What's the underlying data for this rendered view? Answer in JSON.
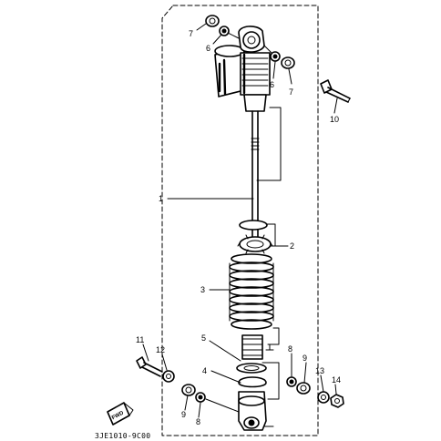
{
  "diagram": {
    "part_labels": {
      "p1": "1",
      "p2": "2",
      "p3": "3",
      "p4": "4",
      "p5": "5",
      "p6_top_left": "6",
      "p6_top_right": "6",
      "p7_top_left": "7",
      "p7_top_right": "7",
      "p8_lower_right": "8",
      "p8_lower_left": "8",
      "p9_lower_right": "9",
      "p9_lower_left": "9",
      "p10": "10",
      "p11": "11",
      "p12": "12",
      "p13": "13",
      "p14": "14"
    },
    "badge_text": "FWD",
    "drawing_code": "3JE1010-9C00"
  }
}
